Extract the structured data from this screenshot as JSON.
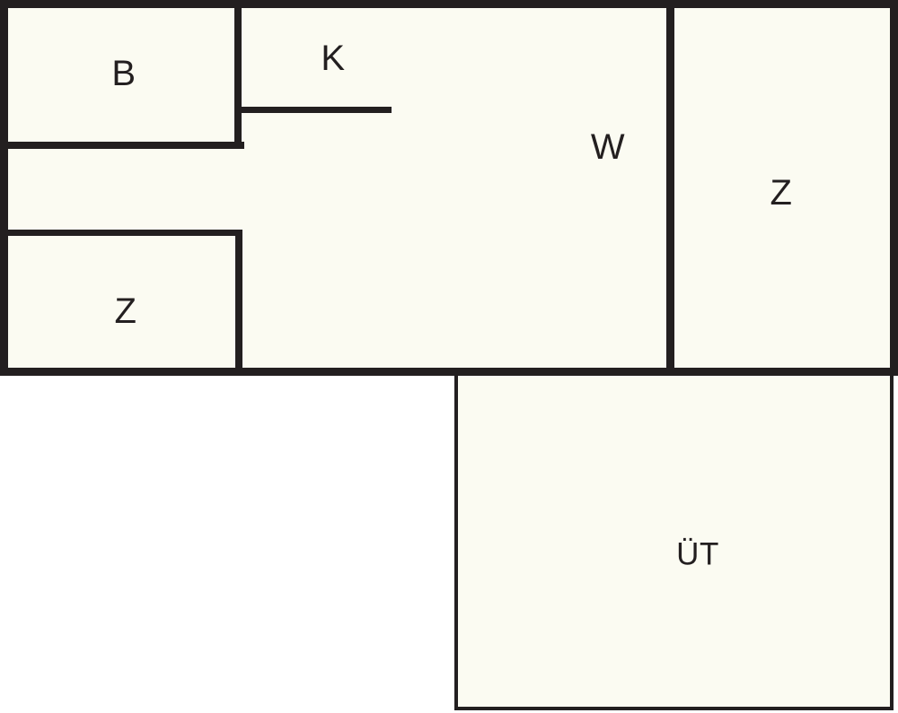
{
  "floor_plan": {
    "rooms": [
      {
        "id": "room-b",
        "label": "B"
      },
      {
        "id": "room-k",
        "label": "K"
      },
      {
        "id": "room-w",
        "label": "W"
      },
      {
        "id": "room-z-right",
        "label": "Z"
      },
      {
        "id": "room-z-left",
        "label": "Z"
      },
      {
        "id": "room-ut",
        "label": "ÜT"
      }
    ],
    "colors": {
      "wall": "#231f20",
      "room_fill": "#fbfbf2",
      "background": "#ffffff",
      "text": "#231f20"
    }
  }
}
